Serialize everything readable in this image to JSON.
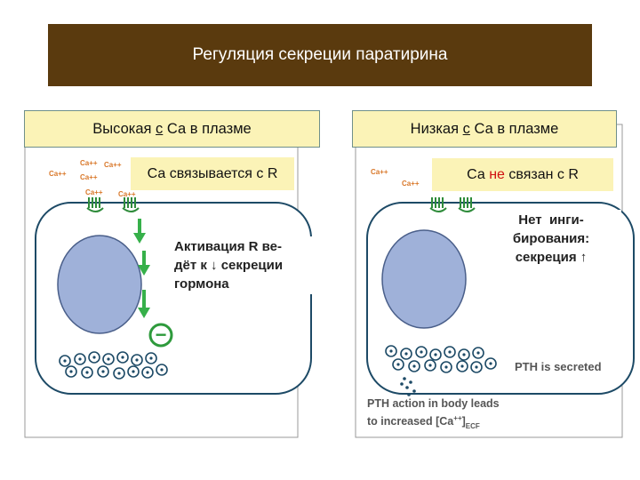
{
  "title": "Регуляция  секреции паратирина",
  "left": {
    "label_pre": "Высокая ",
    "label_u": "с",
    "label_post": " Са в плазме",
    "callout": "Са связывается с R",
    "note_lines": [
      "Активация R ве-",
      "дёт к ↓ секреции",
      "гормона"
    ],
    "ca_ions": [
      "Ca++",
      "Ca++",
      "Ca++",
      "Ca++",
      "Ca++",
      "Ca++"
    ],
    "inhibit_symbol": "−"
  },
  "right": {
    "label_pre": "Низкая ",
    "label_u": "с",
    "label_post": " Са в плазме",
    "callout_pre": "Са ",
    "callout_red": "не",
    "callout_post": " связан с R",
    "note_lines": [
      "Нет  инги-",
      "бирования:",
      "секреция ↑"
    ],
    "ca_ions": [
      "Ca++",
      "Ca++"
    ],
    "secreted_text": "PTH is secreted",
    "action_line1": "PTH action in body leads",
    "action_line2": "to increased [Ca",
    "action_sup": "++",
    "action_close": "]",
    "action_sub": "ECF"
  },
  "colors": {
    "title_bg": "#5a3a0e",
    "label_bg": "#fbf3b7",
    "nucleus": "#9fb1d9",
    "membrane": "#1d4a66",
    "receptor": "#2e8b3a",
    "ca_ion": "#d9782a",
    "arrow": "#36b04a",
    "inhibit": "#2e9a3c"
  }
}
